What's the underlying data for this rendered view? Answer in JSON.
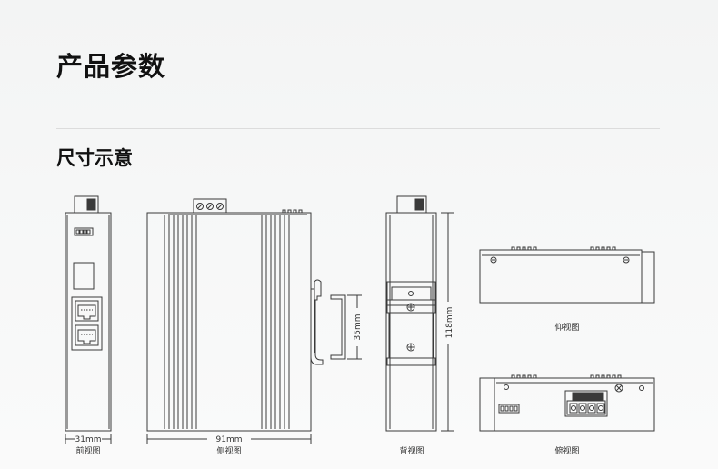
{
  "page": {
    "title": "产品参数",
    "section_title": "尺寸示意"
  },
  "views": {
    "front": {
      "caption": "前视图",
      "dimension": "31mm"
    },
    "side": {
      "caption": "侧视图",
      "dimension": "91mm",
      "rail_dimension": "35mm"
    },
    "back": {
      "caption": "背视图",
      "dimension": "118mm"
    },
    "bottom": {
      "caption": "仰视图"
    },
    "top": {
      "caption": "俯视图"
    }
  },
  "colors": {
    "line": "#3a3a3a",
    "text": "#111111",
    "divider": "#dcdcdc"
  }
}
